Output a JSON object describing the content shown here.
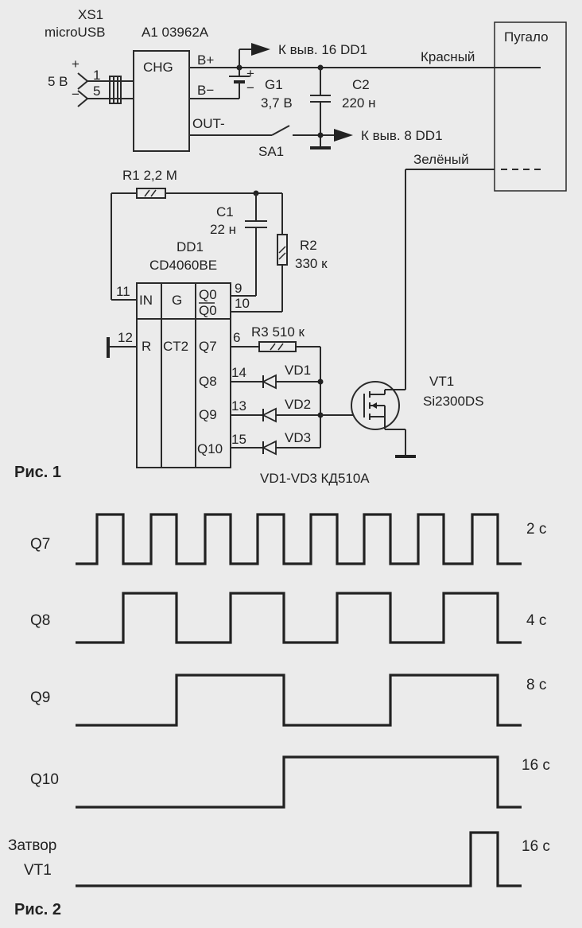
{
  "fig1": {
    "caption": "Рис. 1",
    "xs1_name": "XS1",
    "xs1_type": "microUSB",
    "xs1_pin1": "1",
    "xs1_pin5": "5",
    "xs1_plus": "+",
    "xs1_minus": "−",
    "supply": "5 В",
    "a1": "A1 03962A",
    "chg": "CHG",
    "bplus": "B+",
    "bminus": "B−",
    "out": "OUT-",
    "arrow16": "К выв. 16 DD1",
    "arrow8": "К выв. 8 DD1",
    "g1": "G1",
    "g1_val": "3,7 В",
    "g1_plus": "+",
    "g1_minus": "−",
    "c2": "C2",
    "c2_val": "220 н",
    "sa1": "SA1",
    "scarecrow": "Пугало",
    "red": "Красный",
    "green": "Зелёный",
    "r1": "R1 2,2 М",
    "c1": "C1",
    "c1_val": "22 н",
    "r2": "R2",
    "r2_val": "330 к",
    "dd1": "DD1",
    "dd1_type": "CD4060BE",
    "pin_in": "IN",
    "pin_g": "G",
    "pin_q0": "Q0",
    "pin_q0n": "Q0",
    "pin_r": "R",
    "pin_ct2": "CT2",
    "pin_q7": "Q7",
    "pin_q8": "Q8",
    "pin_q9": "Q9",
    "pin_q10": "Q10",
    "n11": "11",
    "n9": "9",
    "n10": "10",
    "n12": "12",
    "n6": "6",
    "n14": "14",
    "n13": "13",
    "n15": "15",
    "r3": "R3 510 к",
    "vd1": "VD1",
    "vd2": "VD2",
    "vd3": "VD3",
    "vd_all": "VD1-VD3 КД510А",
    "vt1": "VT1",
    "vt1_type": "Si2300DS"
  },
  "fig2": {
    "caption": "Рис. 2",
    "signals": [
      {
        "label": "Q7",
        "period": "2 с"
      },
      {
        "label": "Q8",
        "period": "4 с"
      },
      {
        "label": "Q9",
        "period": "8 с"
      },
      {
        "label": "Q10",
        "period": "16 с"
      },
      {
        "label": "Затвор",
        "label2": "VT1",
        "period": "16 с"
      }
    ]
  }
}
